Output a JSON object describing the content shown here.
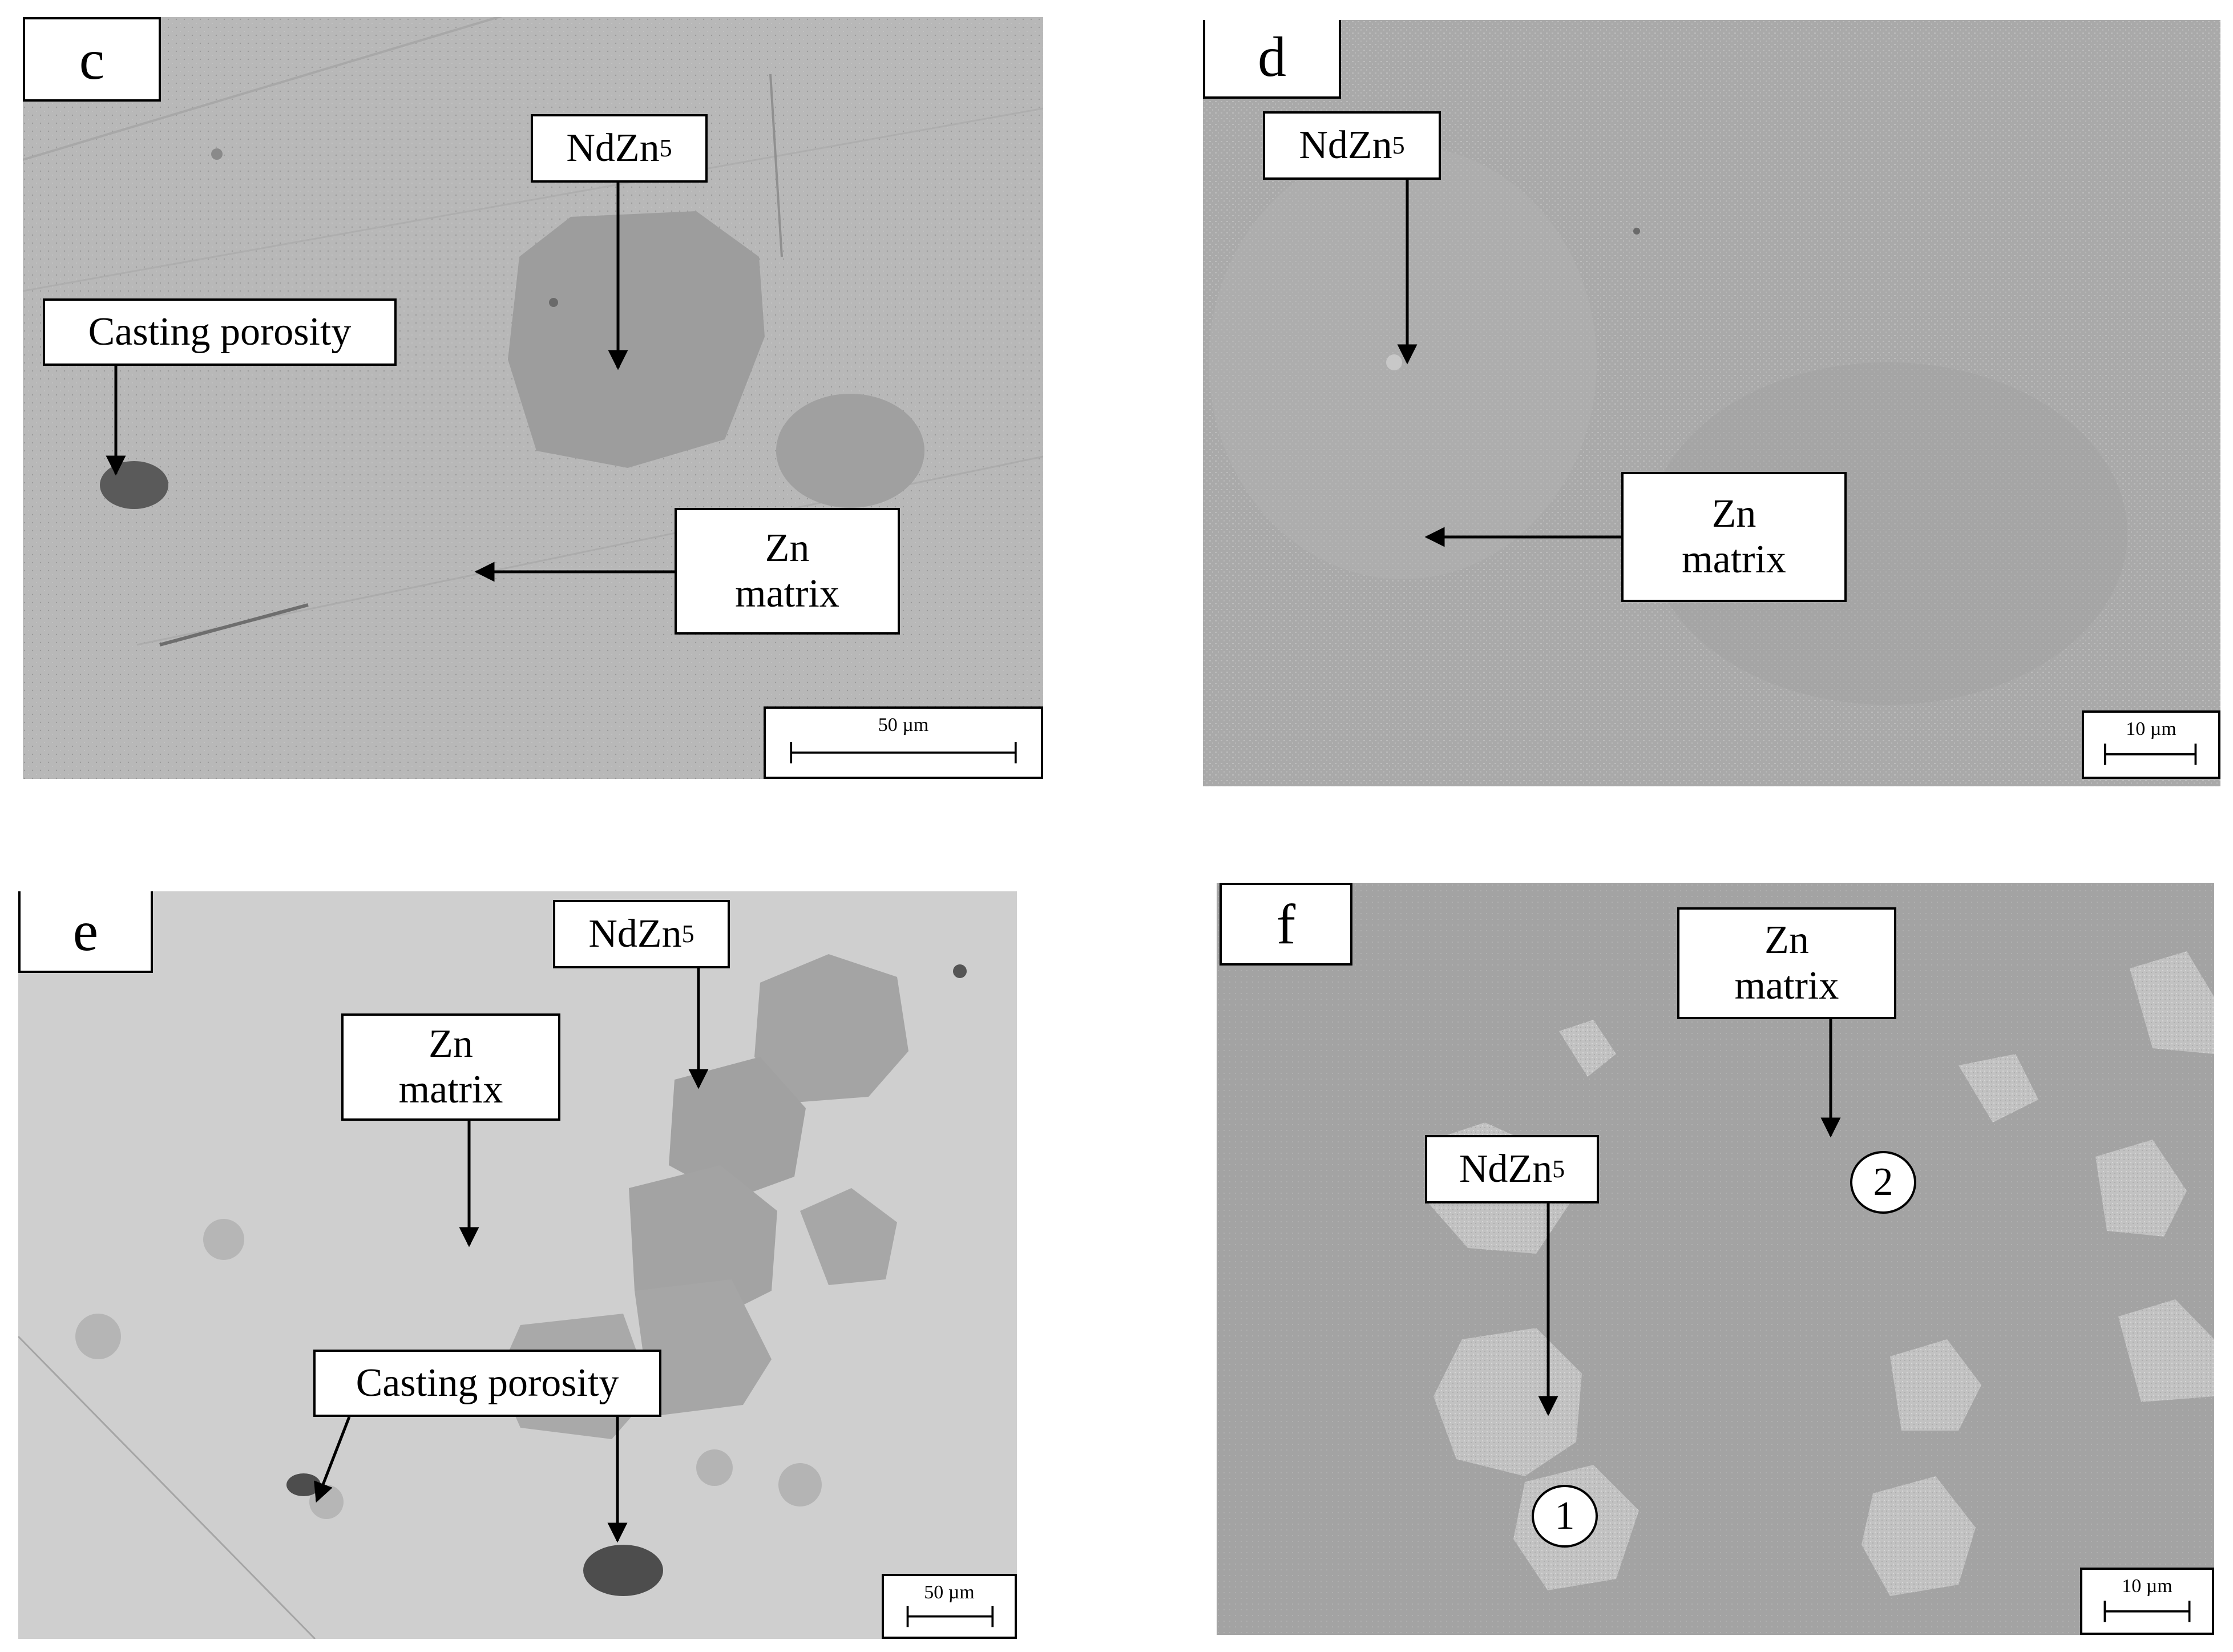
{
  "panels": {
    "c": {
      "letter": "c",
      "nd_label": "NdZn",
      "nd_sub": "5",
      "porosity_label": "Casting porosity",
      "zn_line1": "Zn",
      "zn_line2": "matrix",
      "scale": "50 µm"
    },
    "d": {
      "letter": "d",
      "nd_label": "NdZn",
      "nd_sub": "5",
      "zn_line1": "Zn",
      "zn_line2": "matrix",
      "scale": "10 µm"
    },
    "e": {
      "letter": "e",
      "nd_label": "NdZn",
      "nd_sub": "5",
      "zn_line1": "Zn",
      "zn_line2": "matrix",
      "porosity_label": "Casting porosity",
      "scale": "50 µm"
    },
    "f": {
      "letter": "f",
      "nd_label": "NdZn",
      "nd_sub": "5",
      "zn_line1": "Zn",
      "zn_line2": "matrix",
      "point1": "1",
      "point2": "2",
      "scale": "10 µm"
    }
  },
  "colors": {
    "optical_bg_c": "#b8b8b8",
    "sem_bg": "#a9a9a9",
    "optical_bg_e": "#cfcfcf",
    "phase_dark": "#9d9d9d",
    "phase_light_sem": "#c4c4c4"
  }
}
